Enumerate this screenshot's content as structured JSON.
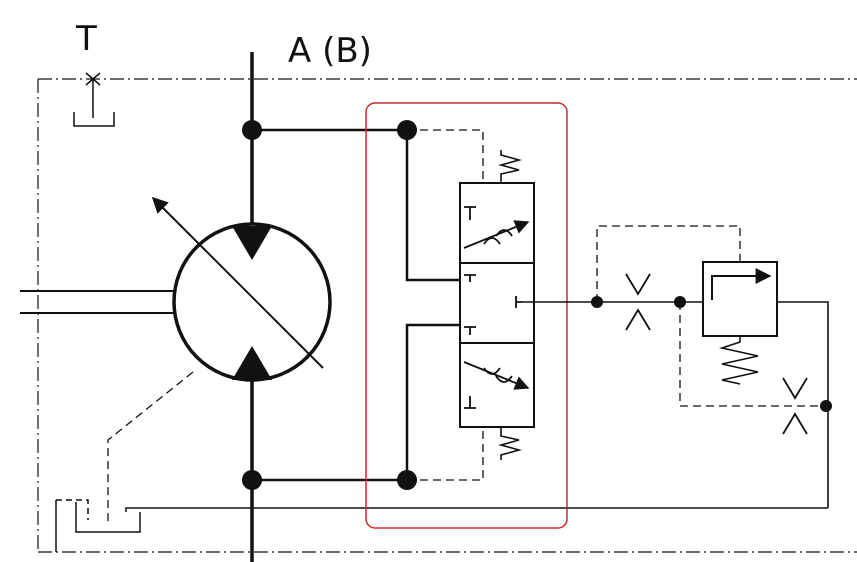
{
  "labels": {
    "tank_port": "T",
    "work_port": "A (B)"
  },
  "colors": {
    "line": "#111111",
    "highlight_frame": "#cc2a2a",
    "background": "#ffffff"
  },
  "symbols": [
    "variable-displacement-pump-motor",
    "tank-drain",
    "shuttle-valve-3-position",
    "orifice",
    "pressure-relief-valve",
    "pilot-line",
    "spring"
  ]
}
